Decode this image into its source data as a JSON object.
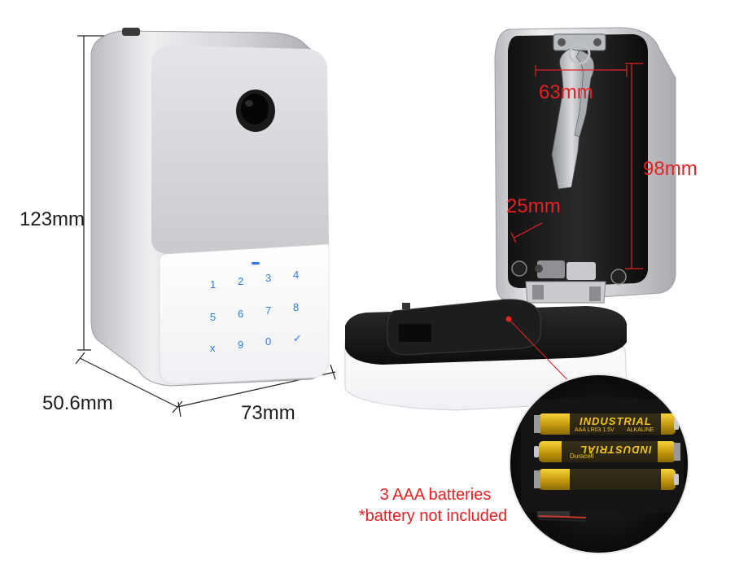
{
  "dimensions": {
    "height": "123mm",
    "depth": "50.6mm",
    "width": "73mm"
  },
  "interior": {
    "width": "63mm",
    "height": "98mm",
    "depth": "25mm"
  },
  "keypad": {
    "keys": [
      "1",
      "2",
      "3",
      "4",
      "5",
      "6",
      "7",
      "8",
      "x",
      "9",
      "0",
      "✓"
    ]
  },
  "battery_note": {
    "line1": "3 AAA batteries",
    "line2": "*battery not included"
  },
  "battery_labels": {
    "brand": "INDUSTRIAL",
    "type": "ALKALINE",
    "spec": "AAA LR03 1.5V",
    "maker": "Duracell"
  },
  "colors": {
    "accent_red": "#e52222",
    "keypad_blue": "#2b7fe0",
    "body_silver": "#dcdde0"
  }
}
